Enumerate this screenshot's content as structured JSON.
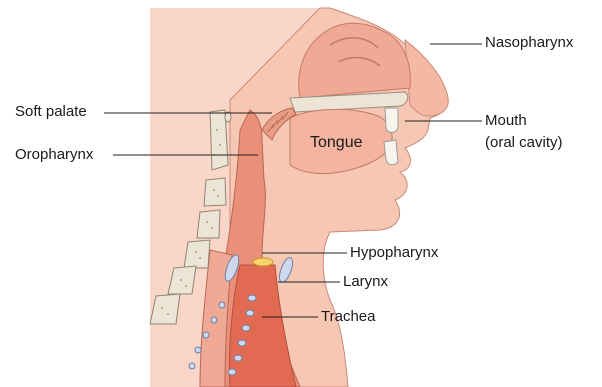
{
  "labels": {
    "nasopharynx": "Nasopharynx",
    "soft_palate": "Soft palate",
    "oropharynx": "Oropharynx",
    "mouth_line1": "Mouth",
    "mouth_line2": "(oral cavity)",
    "tongue": "Tongue",
    "hypopharynx": "Hypopharynx",
    "larynx": "Larynx",
    "trachea": "Trachea"
  },
  "colors": {
    "skin": "#f6c7b3",
    "tissue": "#f2a992",
    "airway": "#e36a52",
    "bone": "#eae4d6",
    "cartilage": "#cfd9ee",
    "outline": "#b86656"
  }
}
